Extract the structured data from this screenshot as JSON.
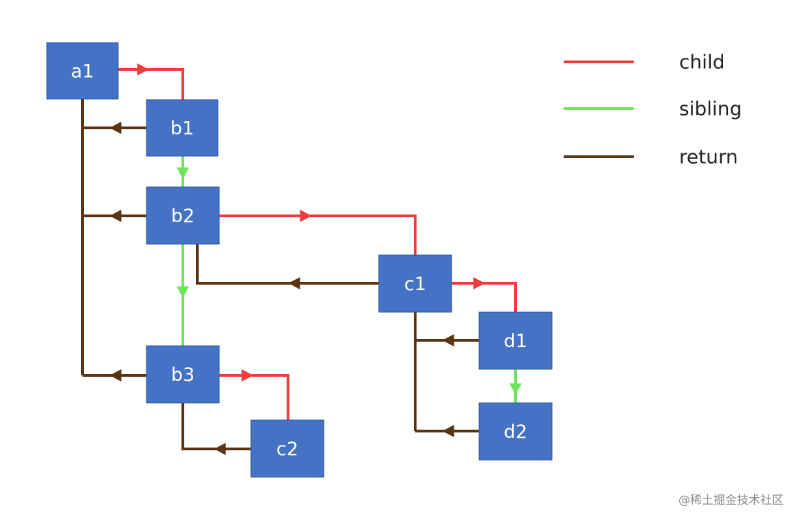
{
  "colors": {
    "child": "#EE3B3B",
    "sibling": "#6FE35A",
    "return": "#5A3214",
    "node": "#4472C4"
  },
  "legend": [
    {
      "type": "child",
      "label": "child"
    },
    {
      "type": "sibling",
      "label": "sibling"
    },
    {
      "type": "return",
      "label": "return"
    }
  ],
  "nodes": [
    {
      "id": "a1",
      "label": "a1"
    },
    {
      "id": "b1",
      "label": "b1"
    },
    {
      "id": "b2",
      "label": "b2"
    },
    {
      "id": "b3",
      "label": "b3"
    },
    {
      "id": "c1",
      "label": "c1"
    },
    {
      "id": "c2",
      "label": "c2"
    },
    {
      "id": "d1",
      "label": "d1"
    },
    {
      "id": "d2",
      "label": "d2"
    }
  ],
  "edges": [
    {
      "type": "child",
      "from": "a1",
      "to": "b1"
    },
    {
      "type": "return",
      "from": "b1",
      "to": "a1"
    },
    {
      "type": "sibling",
      "from": "b1",
      "to": "b2"
    },
    {
      "type": "return",
      "from": "b2",
      "to": "a1"
    },
    {
      "type": "child",
      "from": "b2",
      "to": "c1"
    },
    {
      "type": "sibling",
      "from": "b2",
      "to": "b3"
    },
    {
      "type": "return",
      "from": "b3",
      "to": "a1"
    },
    {
      "type": "return",
      "from": "c1",
      "to": "b2"
    },
    {
      "type": "child",
      "from": "c1",
      "to": "d1"
    },
    {
      "type": "return",
      "from": "d1",
      "to": "c1"
    },
    {
      "type": "sibling",
      "from": "d1",
      "to": "d2"
    },
    {
      "type": "return",
      "from": "d2",
      "to": "c1"
    },
    {
      "type": "child",
      "from": "b3",
      "to": "c2"
    },
    {
      "type": "return",
      "from": "c2",
      "to": "b3"
    }
  ],
  "watermark": "@稀土掘金技术社区"
}
